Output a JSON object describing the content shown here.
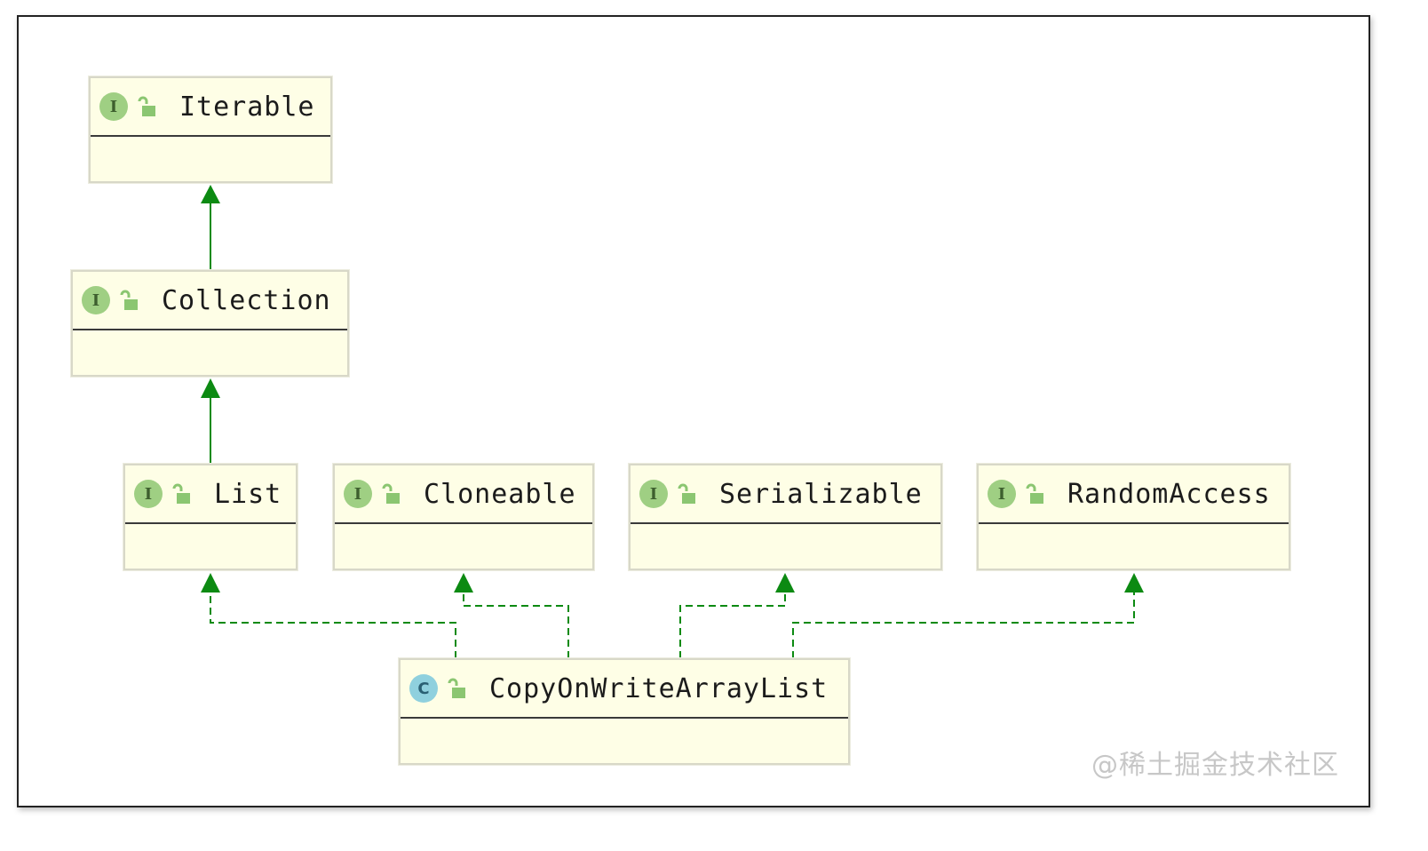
{
  "diagram": {
    "nodes": [
      {
        "id": "iterable",
        "name": "Iterable",
        "kind": "interface",
        "kind_letter": "I"
      },
      {
        "id": "collection",
        "name": "Collection",
        "kind": "interface",
        "kind_letter": "I"
      },
      {
        "id": "list",
        "name": "List",
        "kind": "interface",
        "kind_letter": "I"
      },
      {
        "id": "cloneable",
        "name": "Cloneable",
        "kind": "interface",
        "kind_letter": "I"
      },
      {
        "id": "serializable",
        "name": "Serializable",
        "kind": "interface",
        "kind_letter": "I"
      },
      {
        "id": "randomaccess",
        "name": "RandomAccess",
        "kind": "interface",
        "kind_letter": "I"
      },
      {
        "id": "copyonwritearraylist",
        "name": "CopyOnWriteArrayList",
        "kind": "class",
        "kind_letter": "C"
      }
    ],
    "edges": [
      {
        "from": "collection",
        "to": "iterable",
        "type": "extends"
      },
      {
        "from": "list",
        "to": "collection",
        "type": "extends"
      },
      {
        "from": "copyonwritearraylist",
        "to": "list",
        "type": "implements"
      },
      {
        "from": "copyonwritearraylist",
        "to": "cloneable",
        "type": "implements"
      },
      {
        "from": "copyonwritearraylist",
        "to": "serializable",
        "type": "implements"
      },
      {
        "from": "copyonwritearraylist",
        "to": "randomaccess",
        "type": "implements"
      }
    ],
    "colors": {
      "box_fill": "#fefee6",
      "arrow": "#0c8a12",
      "interface_icon": "#9fcf83",
      "class_icon": "#8fd0de"
    },
    "icons": {
      "visibility": "unlocked-padlock-icon"
    }
  },
  "watermark": "@稀土掘金技术社区"
}
